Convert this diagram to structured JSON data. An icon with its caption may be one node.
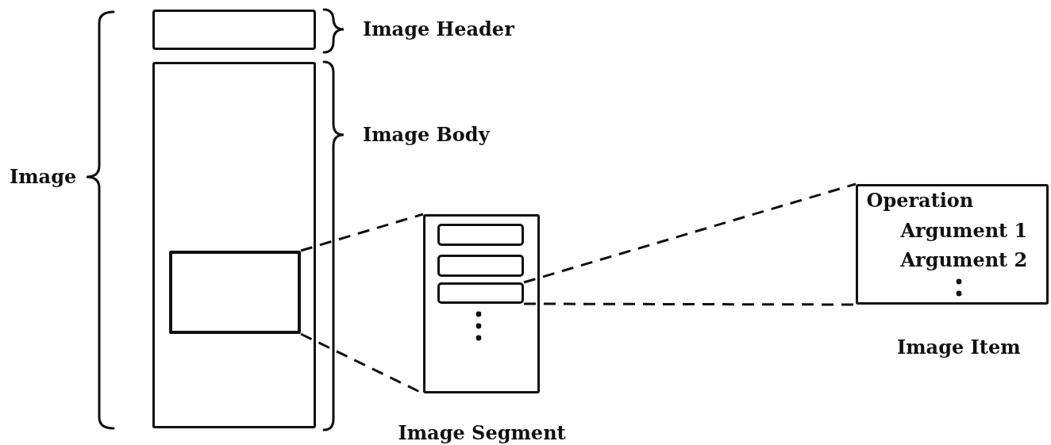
{
  "diagram": {
    "nodes": [
      {
        "text": [],
        "shape": "box",
        "beside": [
          "Image Header"
        ]
      },
      {
        "text": [],
        "shape": "box",
        "beside": [
          "Image Body"
        ]
      },
      {
        "text": [],
        "shape": "box",
        "in": 1
      },
      {
        "text": [],
        "shape": "box",
        "beside": [
          "Image Segment"
        ]
      },
      {
        "text": [],
        "shape": "box",
        "in": 3
      },
      {
        "text": [],
        "shape": "box",
        "in": 3
      },
      {
        "text": [],
        "shape": "box",
        "in": 3
      },
      {
        "text": [
          "Operation",
          "Argument 1",
          "Argument 2"
        ],
        "beside": [
          "Image Item"
        ]
      }
    ],
    "edges": [
      {
        "from": 2,
        "to": 3,
        "arrow": "none",
        "style": "dashed"
      },
      {
        "from": 2,
        "to": 3,
        "arrow": "none",
        "style": "dashed"
      },
      {
        "from": 6,
        "to": 7,
        "arrow": "none",
        "style": "dashed"
      },
      {
        "from": 6,
        "to": 7,
        "arrow": "none",
        "style": "dashed"
      }
    ],
    "labels": [
      "Image"
    ]
  }
}
